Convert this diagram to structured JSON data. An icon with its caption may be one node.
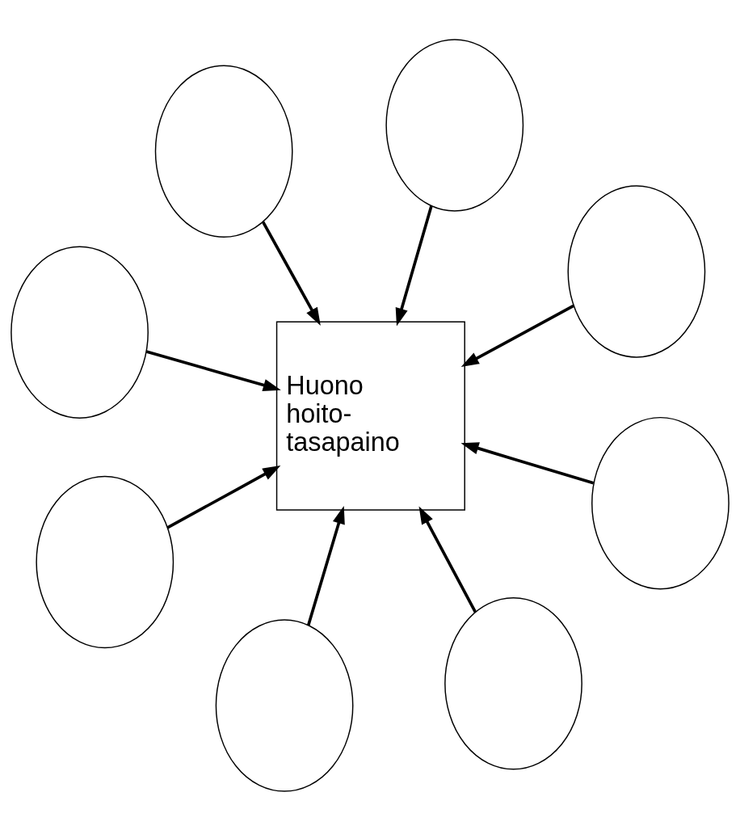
{
  "diagram": {
    "nodes": [
      {
        "text": [],
        "shape": "circle"
      },
      {
        "text": [],
        "shape": "circle"
      },
      {
        "text": [],
        "shape": "circle"
      },
      {
        "text": [],
        "shape": "circle"
      },
      {
        "text": [
          "Huono hoito- tasapaino"
        ]
      },
      {
        "text": [],
        "shape": "circle"
      },
      {
        "text": [],
        "shape": "circle"
      },
      {
        "text": [],
        "shape": "circle"
      },
      {
        "text": [],
        "shape": "circle"
      }
    ],
    "edges": [
      {
        "from": 0,
        "to": 4,
        "arrow": "to"
      },
      {
        "from": 1,
        "to": 4,
        "arrow": "to"
      },
      {
        "from": 2,
        "to": 4,
        "arrow": "to"
      },
      {
        "from": 3,
        "to": 4,
        "arrow": "to"
      },
      {
        "from": 5,
        "to": 4,
        "arrow": "to"
      },
      {
        "from": 6,
        "to": 4,
        "arrow": "to"
      },
      {
        "from": 7,
        "to": 4,
        "arrow": "to"
      },
      {
        "from": 8,
        "to": 4,
        "arrow": "to"
      }
    ]
  }
}
